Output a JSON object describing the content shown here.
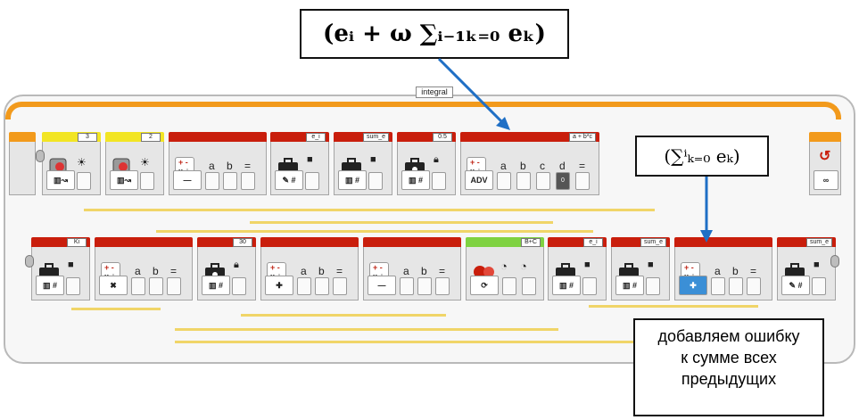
{
  "loop": {
    "name": "integral"
  },
  "equations": {
    "main": "(eᵢ + ω ∑ᵢ₋₁ₖ₌₀ eₖ)",
    "sum": "(∑ⁱₖ₌₀ eₖ)"
  },
  "note": {
    "line1": "добавляем ошибку",
    "line2": "к сумме всех",
    "line3": "предыдущих"
  },
  "row1": [
    {
      "id": "color-sensor-1",
      "param": "3",
      "head": "yellow",
      "mode": "▥↝"
    },
    {
      "id": "color-sensor-2",
      "param": "2",
      "head": "yellow",
      "mode": "▥↝"
    },
    {
      "id": "math-sub-1",
      "param": "",
      "head": "red",
      "ops": [
        "a",
        "b",
        "="
      ],
      "mode": "—"
    },
    {
      "id": "var-ei-write",
      "param": "e_i",
      "head": "red",
      "mode": "✎ #"
    },
    {
      "id": "var-sume-read",
      "param": "sum_e",
      "head": "red",
      "mode": "▥ #"
    },
    {
      "id": "const-05",
      "param": "0.5",
      "head": "red",
      "mode": "▥ #"
    },
    {
      "id": "math-adv",
      "param": "a + b*c",
      "head": "red",
      "ops": [
        "a",
        "b",
        "c",
        "d",
        "="
      ],
      "mode": "ADV",
      "pin_value": "0"
    }
  ],
  "row2": [
    {
      "id": "var-ki",
      "param": "Ki",
      "head": "red",
      "mode": "▥ #"
    },
    {
      "id": "math-mul",
      "param": "",
      "head": "red",
      "ops": [
        "a",
        "b",
        "="
      ],
      "mode": "✖"
    },
    {
      "id": "const-30",
      "param": "30",
      "head": "red",
      "mode": "▥ #"
    },
    {
      "id": "math-add-1",
      "param": "",
      "head": "red",
      "ops": [
        "a",
        "b",
        "="
      ],
      "mode": "✚"
    },
    {
      "id": "math-sub-2",
      "param": "",
      "head": "red",
      "ops": [
        "a",
        "b",
        "="
      ],
      "mode": "—"
    },
    {
      "id": "motors-bc",
      "param": "B+C",
      "head": "green",
      "mode": "⟳"
    },
    {
      "id": "var-ei-read",
      "param": "e_i",
      "head": "red",
      "mode": "▥ #"
    },
    {
      "id": "var-sume-read-2",
      "param": "sum_e",
      "head": "red",
      "mode": "▥ #"
    },
    {
      "id": "math-add-2",
      "param": "",
      "head": "red",
      "ops": [
        "a",
        "b",
        "="
      ],
      "mode": "✚"
    },
    {
      "id": "var-sume-write",
      "param": "sum_e",
      "head": "red",
      "mode": "✎ #"
    }
  ],
  "loop_end": {
    "mode": "∞",
    "icon": "loop-arrow-icon"
  },
  "colors": {
    "block_red": "#c91e0c",
    "sensor_yellow": "#f2e524",
    "motor_green": "#7fd241",
    "loop_orange": "#f29a1c",
    "wire": "#f0d568",
    "arrow": "#1f6fc5"
  }
}
